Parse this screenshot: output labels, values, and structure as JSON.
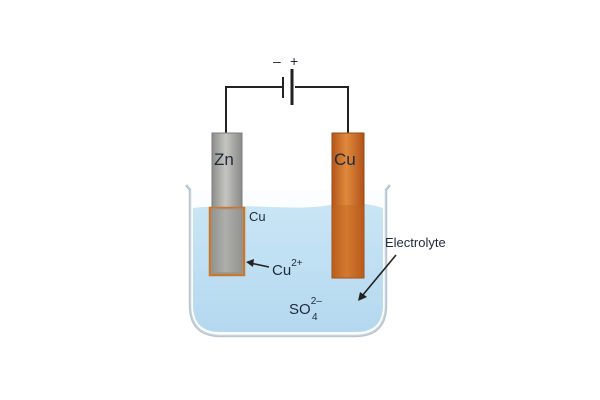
{
  "battery": {
    "minus": "–",
    "plus": "+"
  },
  "electrodes": {
    "zinc": {
      "label": "Zn",
      "coating_label": "Cu",
      "color": "#a8a8a6"
    },
    "copper": {
      "label": "Cu",
      "color": "#c86a22"
    }
  },
  "ions": {
    "cu": {
      "base": "Cu",
      "sup": "2+"
    },
    "sulfate": {
      "base": "SO",
      "sub": "4",
      "sup": "2–"
    }
  },
  "electrolyte": {
    "label": "Electrolyte",
    "color": "#a9d3ee"
  }
}
